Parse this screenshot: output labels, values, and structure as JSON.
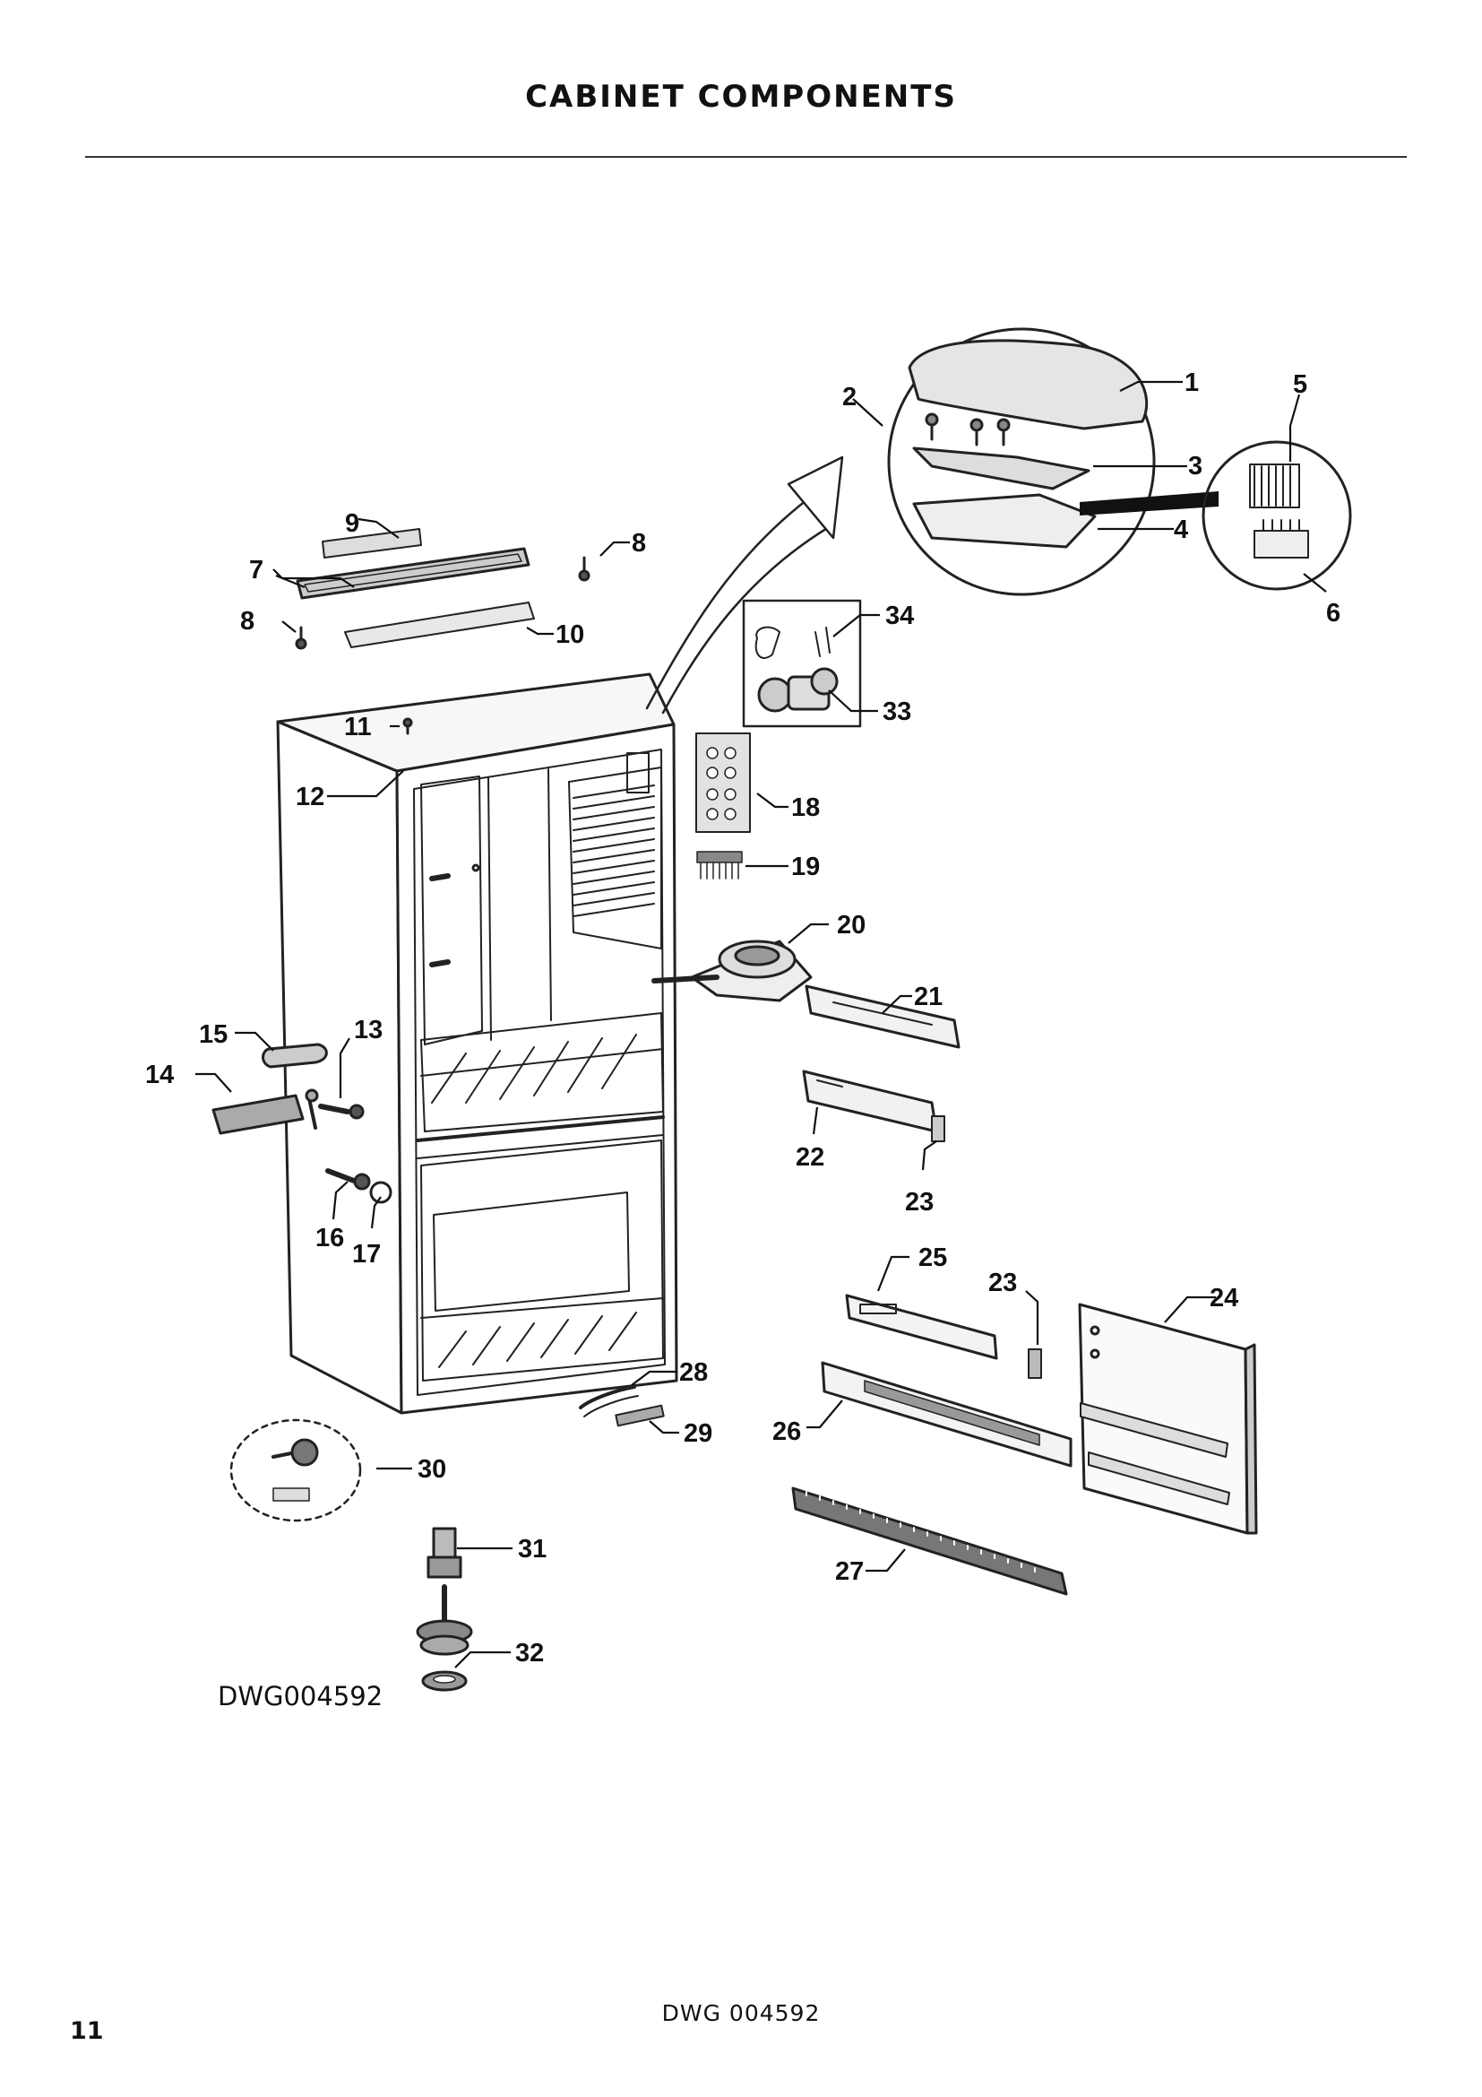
{
  "header": {
    "title": "CABINET COMPONENTS"
  },
  "diagram": {
    "drawing_code": "DWG004592",
    "callouts": {
      "c1": "1",
      "c2": "2",
      "c3": "3",
      "c4": "4",
      "c5": "5",
      "c6": "6",
      "c7": "7",
      "c8a": "8",
      "c8b": "8",
      "c9": "9",
      "c10": "10",
      "c11": "11",
      "c12": "12",
      "c13": "13",
      "c14": "14",
      "c15": "15",
      "c16": "16",
      "c17": "17",
      "c18": "18",
      "c19": "19",
      "c20": "20",
      "c21": "21",
      "c22": "22",
      "c23a": "23",
      "c23b": "23",
      "c24": "24",
      "c25": "25",
      "c26": "26",
      "c27": "27",
      "c28": "28",
      "c29": "29",
      "c30": "30",
      "c31": "31",
      "c32": "32",
      "c33": "33",
      "c34": "34"
    }
  },
  "footer": {
    "drawing_code": "DWG 004592",
    "page_number": "11"
  }
}
